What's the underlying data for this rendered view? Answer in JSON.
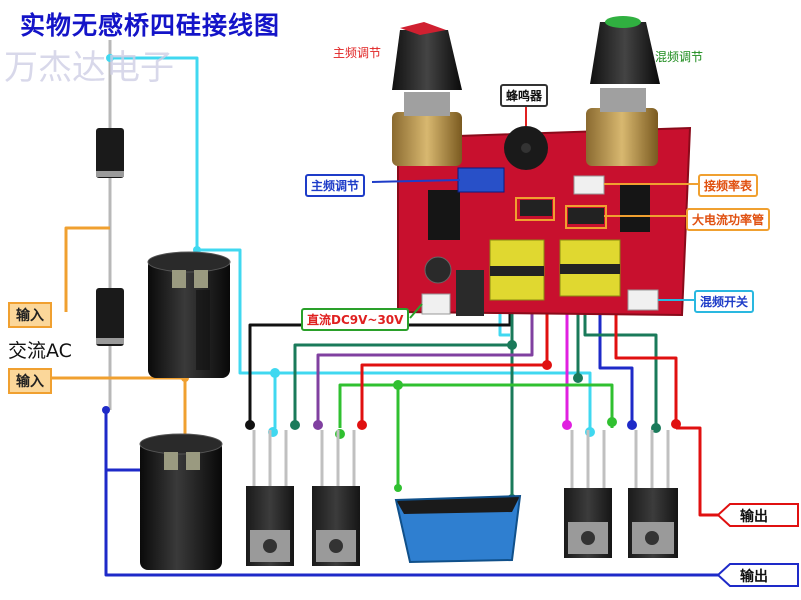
{
  "title": "实物无感桥四硅接线图",
  "watermark": "万杰达电子",
  "knob_labels": {
    "main_freq": "主频调节",
    "mix_freq": "混频调节"
  },
  "callouts": {
    "buzzer": "蜂鸣器",
    "main_freq_pot": "主频调节",
    "freq_meter": "接频率表",
    "power_tube": "大电流功率管",
    "dc_input": "直流DC9V~30V",
    "mix_switch": "混频开关"
  },
  "inputs": [
    "输入",
    "输入"
  ],
  "ac_label": "交流AC",
  "outputs": [
    "输出",
    "输出"
  ],
  "colors": {
    "title": "#1414c8",
    "cyan_wire": "#40d8f0",
    "orange_wire": "#f0a030",
    "blue_wire": "#1e2ac8",
    "black_wire": "#111111",
    "green_wire": "#1a7a5a",
    "purple_wire": "#8040a0",
    "bright_green_wire": "#30c030",
    "red_wire": "#e01010",
    "magenta_wire": "#e020e0",
    "pcb": "#c8102e"
  }
}
